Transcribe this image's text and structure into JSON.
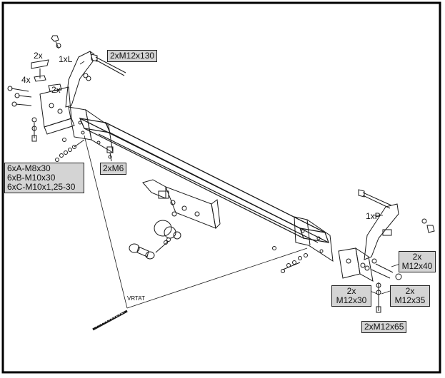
{
  "labels": {
    "left_bracket": "1xL",
    "right_bracket": "1xP",
    "qty_2x_a": "2x",
    "qty_4x": "4x",
    "qty_2x_b": "2x",
    "drill": "VRTAT"
  },
  "callouts": {
    "top_bolt": "2xM12x130",
    "frame_bolts": [
      "6xA-M8x30",
      "6xB-M10x30",
      "6xC-M10x1,25-30"
    ],
    "m6": "2xM6",
    "r_m12x40": [
      "2x",
      "M12x40"
    ],
    "r_m12x30": [
      "2x",
      "M12x30"
    ],
    "r_m12x35": [
      "2x",
      "M12x35"
    ],
    "bottom_bolt": "2xM12x65"
  }
}
